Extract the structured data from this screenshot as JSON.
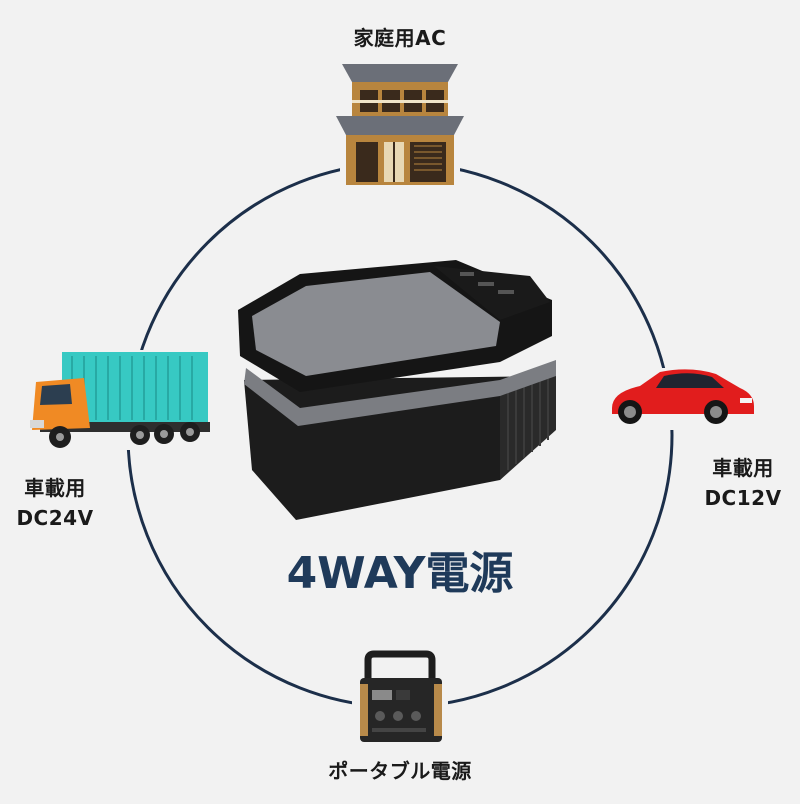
{
  "labels": {
    "top": "家庭用AC",
    "left_line1": "車載用",
    "left_line2": "DC24V",
    "right_line1": "車載用",
    "right_line2": "DC12V",
    "bottom": "ポータブル電源"
  },
  "headline": "4WAY電源",
  "colors": {
    "background": "#f2f2f2",
    "ring": "#1c2f4a",
    "headline": "#1f3a5a"
  },
  "icons": [
    "house-icon",
    "truck-icon",
    "car-icon",
    "power-station-icon",
    "fridge-image"
  ]
}
